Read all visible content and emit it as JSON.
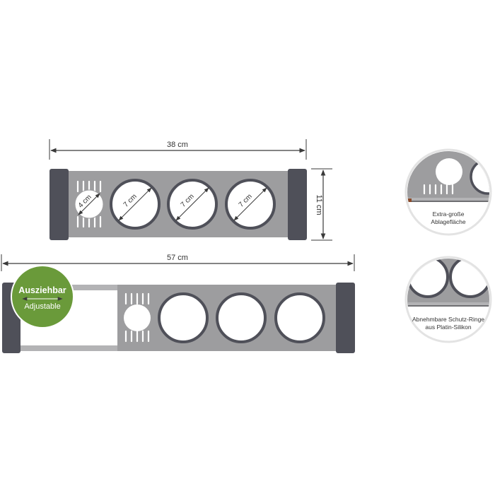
{
  "dimensions": {
    "top_width": "38 cm",
    "height": "11 cm",
    "extended_width": "57 cm",
    "small_ring": "4 cm",
    "large_ring": "7 cm"
  },
  "badge": {
    "line1": "Ausziehbar",
    "line2": "Adjustable",
    "color": "#6a9a3a"
  },
  "details": [
    {
      "line1": "Extra-große",
      "line2": "Ablagefläche"
    },
    {
      "line1": "Abnehmbare Schutz-Ringe",
      "line2": "aus Platin-Silikon"
    }
  ],
  "colors": {
    "tray": "#9d9d9f",
    "end_cap": "#4f5059",
    "ring": "#4f5059",
    "rail": "#b3b3b5",
    "dimension_line": "#3a3a3a"
  }
}
